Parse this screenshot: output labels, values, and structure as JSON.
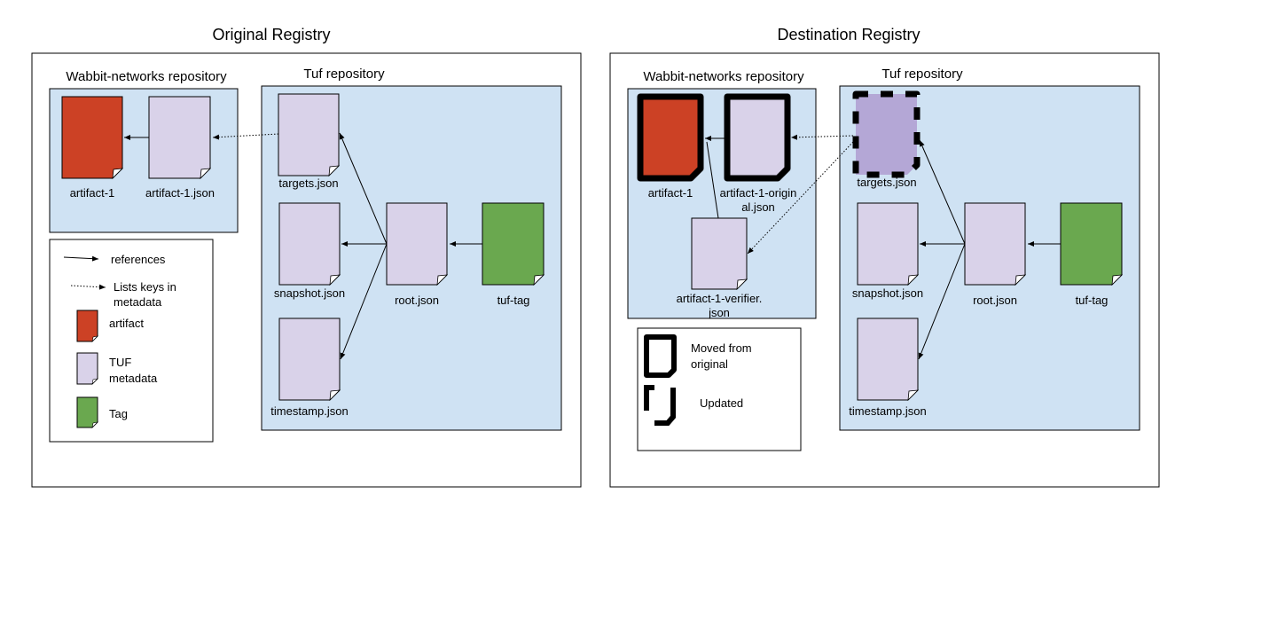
{
  "colors": {
    "panel_fill": "#cfe2f3",
    "metadata_fill": "#d9d2e9",
    "artifact_fill": "#cc4125",
    "tag_fill": "#6aa84f",
    "updated_fill": "#b4a7d6",
    "border": "#000000"
  },
  "original": {
    "title": "Original Registry",
    "wabbit_title": "Wabbit-networks repository",
    "tuf_title": "Tuf repository",
    "artifact_label": "artifact-1",
    "artifact_json_label": "artifact-1.json",
    "targets_label": "targets.json",
    "snapshot_label": "snapshot.json",
    "timestamp_label": "timestamp.json",
    "root_label": "root.json",
    "tag_label": "tuf-tag"
  },
  "legend": {
    "references": "references",
    "lists_keys_line1": "Lists keys in",
    "lists_keys_line2": "metadata",
    "artifact": "artifact",
    "tuf_line1": "TUF",
    "tuf_line2": "metadata",
    "tag": "Tag"
  },
  "destination": {
    "title": "Destination Registry",
    "wabbit_title": "Wabbit-networks repository",
    "tuf_title": "Tuf repository",
    "artifact_label": "artifact-1",
    "original_json_line1": "artifact-1-origin",
    "original_json_line2": "al.json",
    "verifier_line1": "artifact-1-verifier.",
    "verifier_line2": "json",
    "targets_label": "targets.json",
    "snapshot_label": "snapshot.json",
    "timestamp_label": "timestamp.json",
    "root_label": "root.json",
    "tag_label": "tuf-tag"
  },
  "dest_legend": {
    "moved_line1": "Moved from",
    "moved_line2": "original",
    "updated": "Updated"
  }
}
